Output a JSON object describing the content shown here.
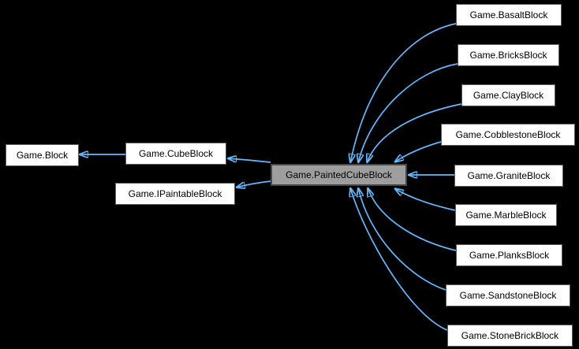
{
  "diagram": {
    "type": "class-inheritance-graph",
    "focus_class": "Game.PaintedCubeBlock",
    "colors": {
      "background": "#000000",
      "arrow": "#63B8FF",
      "node_fill": "#FFFFFF",
      "node_border": "#5A5A5A",
      "focus_node_fill": "#9E9E9E",
      "focus_node_border": "#464646",
      "text": "#000000"
    },
    "nodes": [
      {
        "label": "Game.Block",
        "role": "base-class"
      },
      {
        "label": "Game.CubeBlock",
        "role": "intermediate-class"
      },
      {
        "label": "Game.IPaintableBlock",
        "role": "interface"
      },
      {
        "label": "Game.PaintedCubeBlock",
        "role": "focus-class"
      },
      {
        "label": "Game.BasaltBlock",
        "role": "derived-class"
      },
      {
        "label": "Game.BricksBlock",
        "role": "derived-class"
      },
      {
        "label": "Game.ClayBlock",
        "role": "derived-class"
      },
      {
        "label": "Game.CobblestoneBlock",
        "role": "derived-class"
      },
      {
        "label": "Game.GraniteBlock",
        "role": "derived-class"
      },
      {
        "label": "Game.MarbleBlock",
        "role": "derived-class"
      },
      {
        "label": "Game.PlanksBlock",
        "role": "derived-class"
      },
      {
        "label": "Game.SandstoneBlock",
        "role": "derived-class"
      },
      {
        "label": "Game.StoneBrickBlock",
        "role": "derived-class"
      }
    ],
    "edges": [
      {
        "from": "Game.CubeBlock",
        "to": "Game.Block",
        "relation": "inherits"
      },
      {
        "from": "Game.PaintedCubeBlock",
        "to": "Game.CubeBlock",
        "relation": "inherits"
      },
      {
        "from": "Game.PaintedCubeBlock",
        "to": "Game.IPaintableBlock",
        "relation": "implements"
      },
      {
        "from": "Game.BasaltBlock",
        "to": "Game.PaintedCubeBlock",
        "relation": "inherits"
      },
      {
        "from": "Game.BricksBlock",
        "to": "Game.PaintedCubeBlock",
        "relation": "inherits"
      },
      {
        "from": "Game.ClayBlock",
        "to": "Game.PaintedCubeBlock",
        "relation": "inherits"
      },
      {
        "from": "Game.CobblestoneBlock",
        "to": "Game.PaintedCubeBlock",
        "relation": "inherits"
      },
      {
        "from": "Game.GraniteBlock",
        "to": "Game.PaintedCubeBlock",
        "relation": "inherits"
      },
      {
        "from": "Game.MarbleBlock",
        "to": "Game.PaintedCubeBlock",
        "relation": "inherits"
      },
      {
        "from": "Game.PlanksBlock",
        "to": "Game.PaintedCubeBlock",
        "relation": "inherits"
      },
      {
        "from": "Game.SandstoneBlock",
        "to": "Game.PaintedCubeBlock",
        "relation": "inherits"
      },
      {
        "from": "Game.StoneBrickBlock",
        "to": "Game.PaintedCubeBlock",
        "relation": "inherits"
      }
    ]
  }
}
